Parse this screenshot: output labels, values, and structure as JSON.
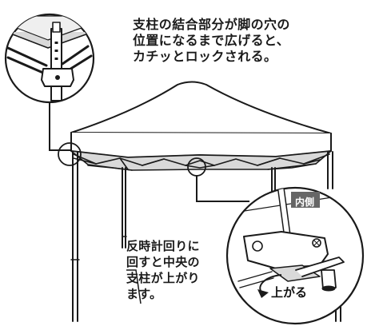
{
  "instructions": {
    "top_callout_lines": [
      "支柱の結合部分が脚の穴の",
      "位置になるまで広げると、",
      "カチッとロックされる。"
    ],
    "twist_callout_lines": [
      "反時計回りに",
      "回すと中央の",
      "支柱が上がり",
      "ます。"
    ]
  },
  "detail_labels": {
    "inner_side": "内側",
    "rises": "上がる"
  },
  "colors": {
    "line": "#1a1a1a",
    "under_canopy": "#d9d9d9",
    "detail_fill": "#ffffff",
    "inner_tag_bg": "#666666"
  }
}
